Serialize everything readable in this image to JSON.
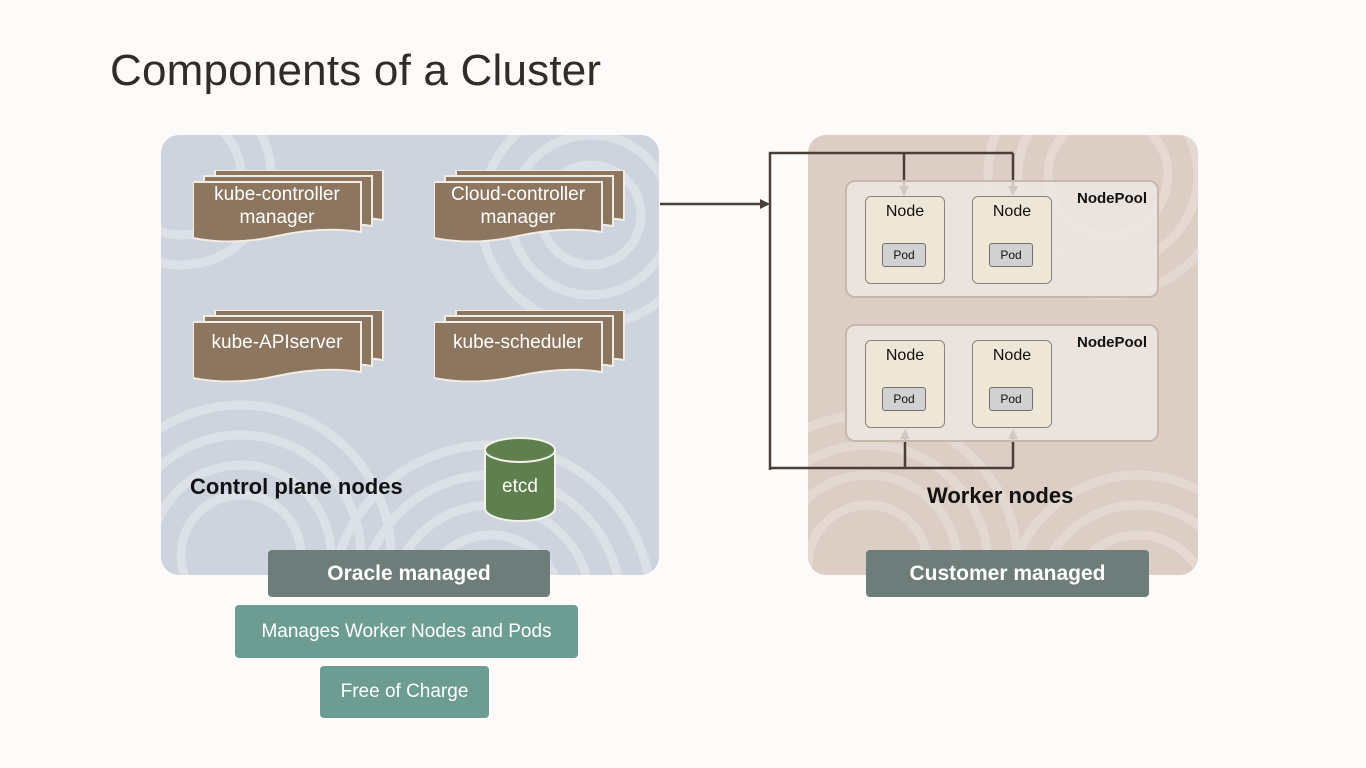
{
  "title": "Components of a Cluster",
  "control_plane": {
    "label": "Control plane nodes",
    "components": [
      {
        "line1": "kube-controller",
        "line2": "manager"
      },
      {
        "line1": "Cloud-controller",
        "line2": "manager"
      },
      {
        "line1": "kube-APIserver",
        "line2": ""
      },
      {
        "line1": "kube-scheduler",
        "line2": ""
      }
    ],
    "etcd": "etcd",
    "managed_label": "Oracle managed",
    "notes": [
      "Manages Worker Nodes and Pods",
      "Free of Charge"
    ]
  },
  "worker": {
    "label": "Worker nodes",
    "nodepools": [
      {
        "label": "NodePool",
        "nodes": [
          {
            "label": "Node",
            "pod": "Pod"
          },
          {
            "label": "Node",
            "pod": "Pod"
          }
        ]
      },
      {
        "label": "NodePool",
        "nodes": [
          {
            "label": "Node",
            "pod": "Pod"
          },
          {
            "label": "Node",
            "pod": "Pod"
          }
        ]
      }
    ],
    "managed_label": "Customer managed"
  },
  "colors": {
    "component_brown": "#8c7660",
    "etcd_green": "#5f7f4f",
    "control_panel": "#cdd4de",
    "worker_panel": "#ddcec5",
    "arrow": "#4a3f37"
  }
}
